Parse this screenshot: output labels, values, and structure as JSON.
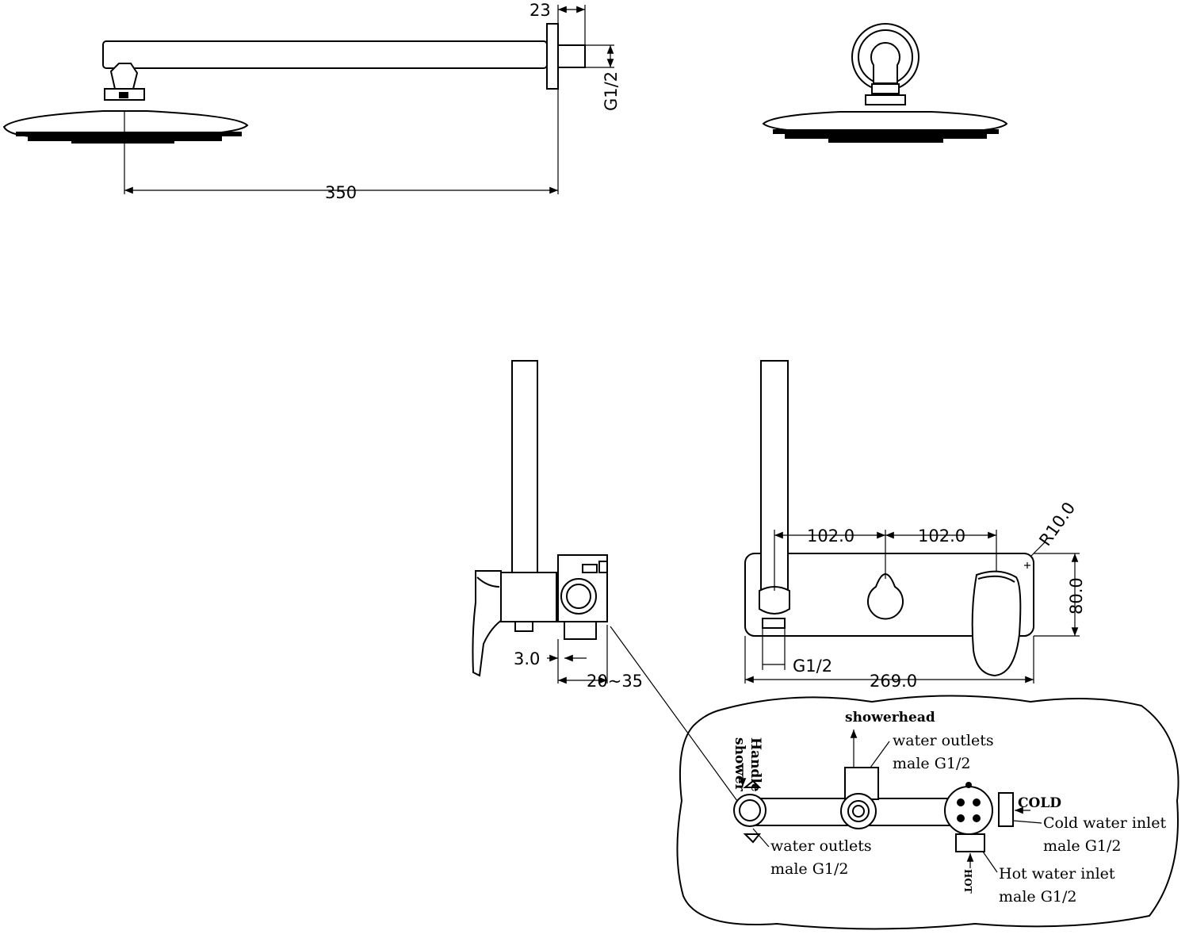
{
  "dimensions": {
    "arm_projection": "350",
    "flange_depth": "23",
    "arm_thread": "G1/2",
    "wall_gap": "3.0",
    "wall_depth_range": "20~35",
    "spacing_left": "102.0",
    "spacing_right": "102.0",
    "plate_height": "80.0",
    "plate_width": "269.0",
    "corner_radius": "R10.0",
    "outlet_thread": "G1/2"
  },
  "callout": {
    "showerhead_label": "showerhead",
    "handle_shower_label_1": "Handle",
    "handle_shower_label_2": "shower",
    "top_outlet_line1": "water outlets",
    "top_outlet_line2": "male G1/2",
    "left_outlet_line1": "water outlets",
    "left_outlet_line2": "male G1/2",
    "cold_tag": "COLD",
    "cold_line1": "Cold water inlet",
    "cold_line2": "male G1/2",
    "hot_tag": "HOT",
    "hot_line1": "Hot water inlet",
    "hot_line2": "male G1/2"
  }
}
